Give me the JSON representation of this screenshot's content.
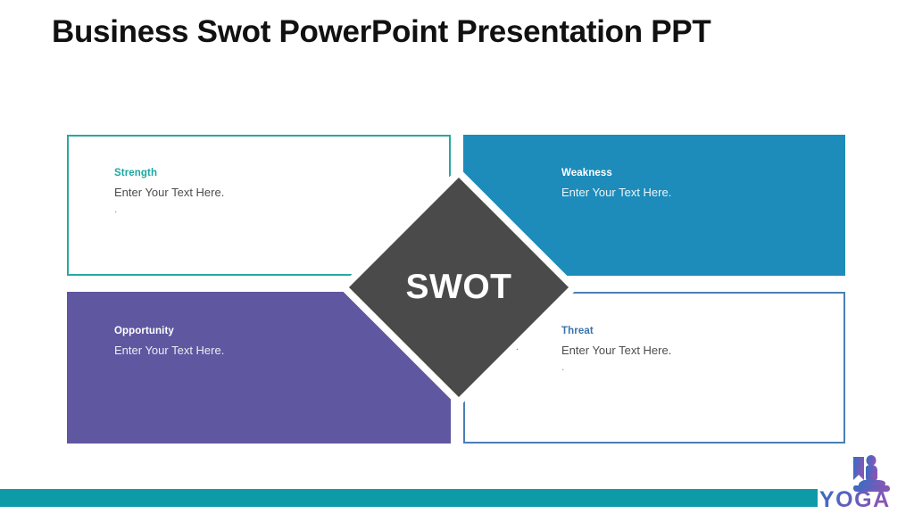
{
  "slide": {
    "title": "Business Swot PowerPoint Presentation PPT",
    "center_label": "SWOT"
  },
  "quadrants": [
    {
      "key": "strength",
      "label": "Strength",
      "body": "Enter Your Text Here.",
      "dot": ".",
      "fill": "#ffffff",
      "border": "#2aa7a0",
      "label_color": "#1aa9a3",
      "text_color": "#4d4d4d"
    },
    {
      "key": "weakness",
      "label": "Weakness",
      "body": "Enter Your Text Here.",
      "fill": "#1d8cba",
      "label_color": "#ffffff",
      "text_color": "#eaf5fa"
    },
    {
      "key": "opportunity",
      "label": "Opportunity",
      "body": "Enter Your Text Here.",
      "fill": "#5f57a0",
      "label_color": "#ffffff",
      "text_color": "#ececf5"
    },
    {
      "key": "threat",
      "label": "Threat",
      "body": "Enter Your Text Here.",
      "dot": ".",
      "fill": "#ffffff",
      "border": "#4a7fb5",
      "label_color": "#3b73ab",
      "text_color": "#4d4d4d"
    }
  ],
  "center": {
    "label": "SWOT",
    "diamond_color": "#4a4a4a",
    "backdrop_colors": {
      "top_left": "#2aa7a0",
      "top_right": "#1d8cba",
      "bottom_left": "#5f57a0",
      "bottom_right": "#4a7fb5"
    }
  },
  "footer": {
    "bar_color": "#0f9aa8",
    "logo_text": "YOGA",
    "logo_gradient_start": "#2e6fc4",
    "logo_gradient_end": "#8a55b5"
  }
}
